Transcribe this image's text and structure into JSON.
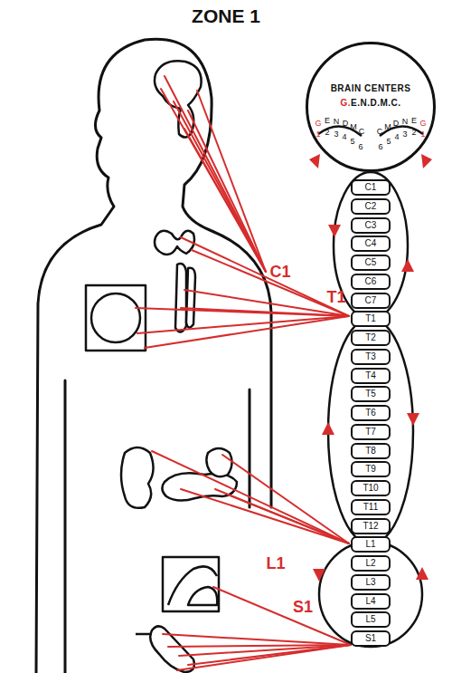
{
  "diagram": {
    "title": "ZONE 1",
    "nodes": [
      {
        "text": [
          "BRAIN CENTERS",
          "G.E.N.D.M.C.",
          "G",
          "E",
          "N",
          "D",
          "M",
          "C",
          "1",
          "2",
          "3",
          "4",
          "5",
          "6",
          "C",
          "M",
          "D",
          "N",
          "E",
          "G",
          "6",
          "5",
          "4",
          "3",
          "2",
          "1"
        ]
      },
      {
        "text": [
          "C1"
        ]
      },
      {
        "text": [
          "C2"
        ]
      },
      {
        "text": [
          "C3"
        ]
      },
      {
        "text": [
          "C4"
        ]
      },
      {
        "text": [
          "C5"
        ]
      },
      {
        "text": [
          "C6"
        ]
      },
      {
        "text": [
          "C7"
        ]
      },
      {
        "text": [
          "T1"
        ]
      },
      {
        "text": [
          "T2"
        ]
      },
      {
        "text": [
          "T3"
        ]
      },
      {
        "text": [
          "T4"
        ]
      },
      {
        "text": [
          "T5"
        ]
      },
      {
        "text": [
          "T6"
        ]
      },
      {
        "text": [
          "T7"
        ]
      },
      {
        "text": [
          "T8"
        ]
      },
      {
        "text": [
          "T9"
        ]
      },
      {
        "text": [
          "T10"
        ]
      },
      {
        "text": [
          "T11"
        ]
      },
      {
        "text": [
          "T12"
        ]
      },
      {
        "text": [
          "L1"
        ]
      },
      {
        "text": [
          "L2"
        ]
      },
      {
        "text": [
          "L3"
        ]
      },
      {
        "text": [
          "L4"
        ]
      },
      {
        "text": [
          "L5"
        ]
      },
      {
        "text": [
          "S1"
        ]
      }
    ],
    "labels": [
      "C1",
      "T1",
      "L1",
      "S1"
    ]
  }
}
